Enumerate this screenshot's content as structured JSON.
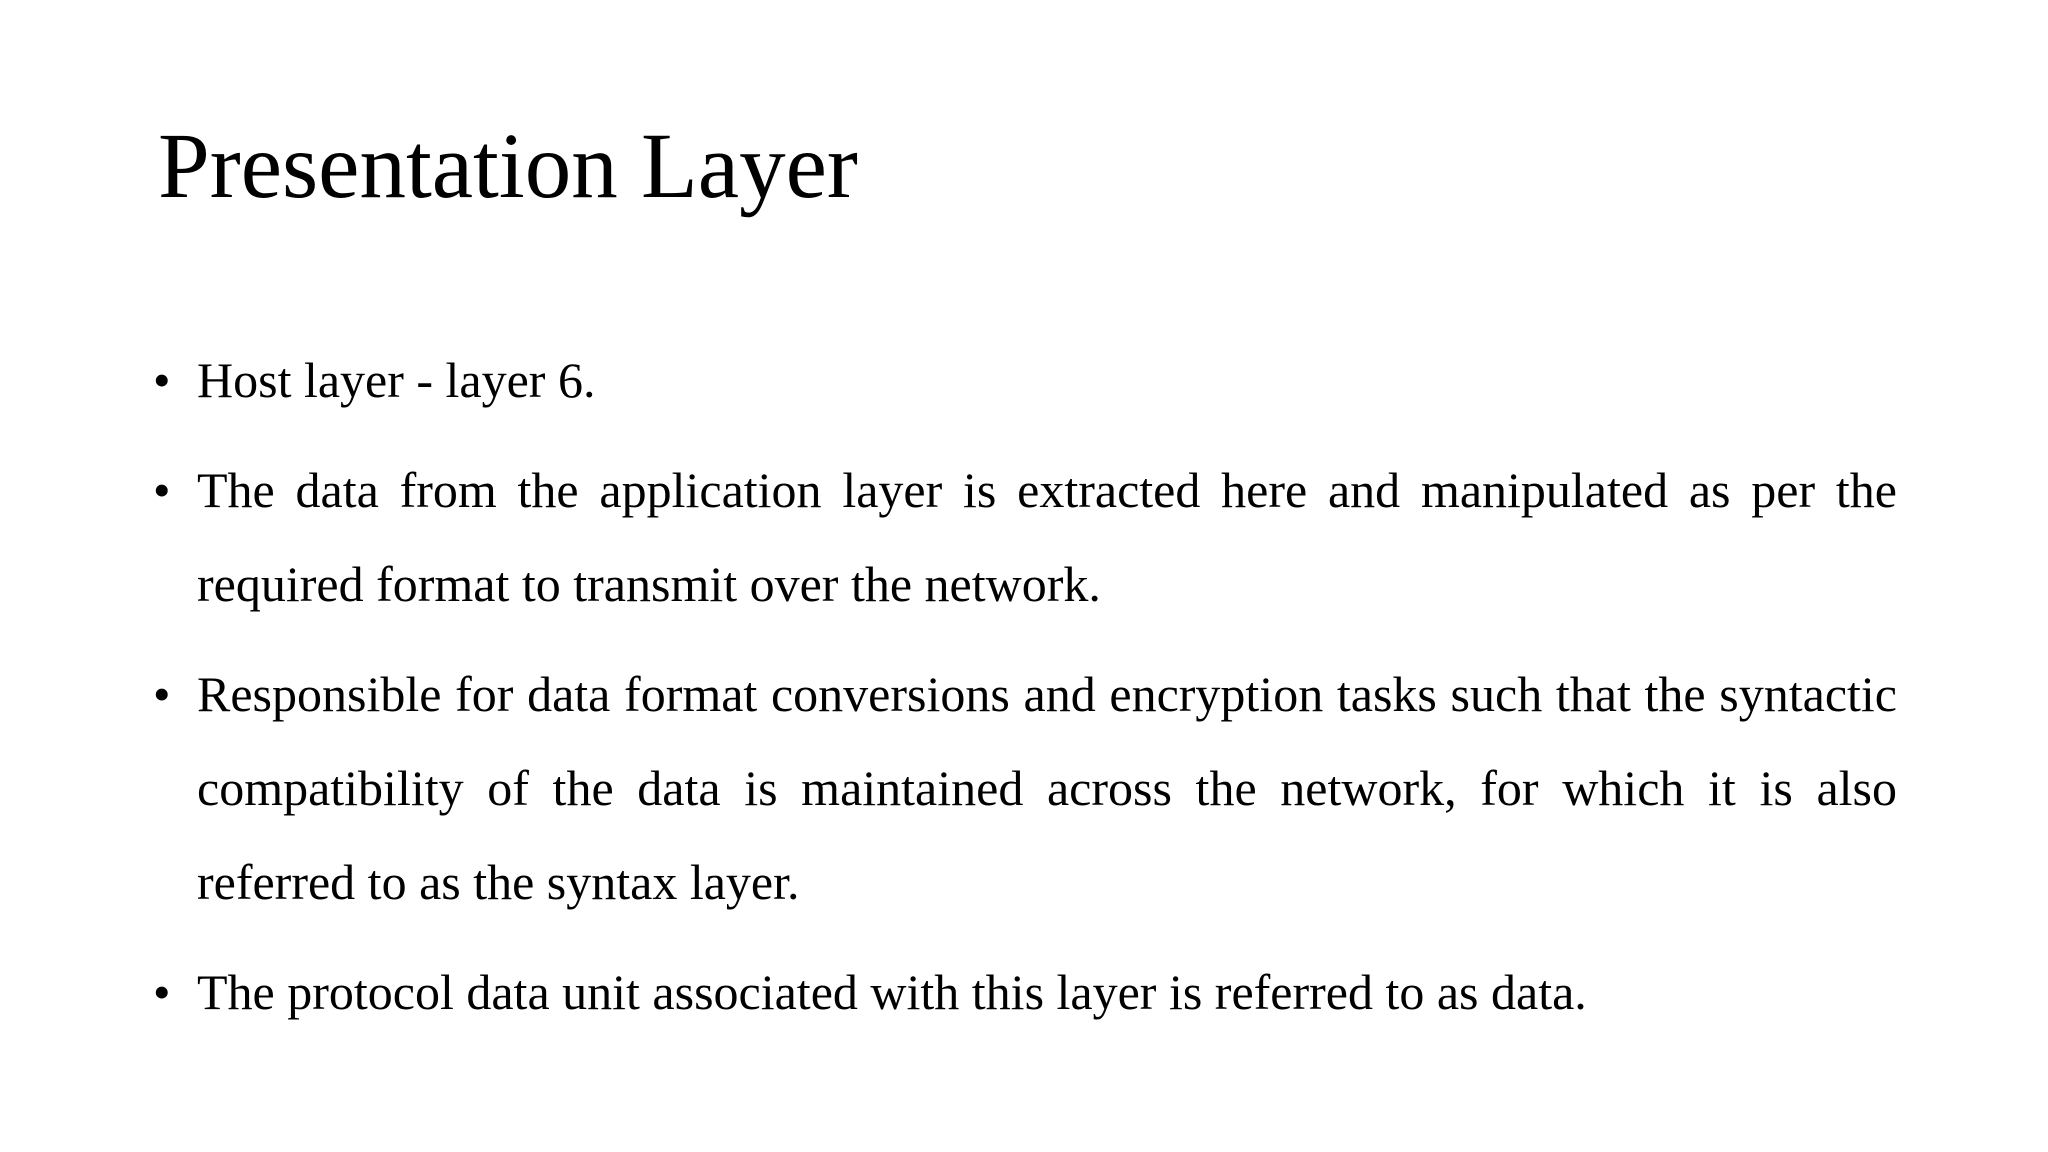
{
  "slide": {
    "title": "Presentation Layer",
    "bullet_glyph": "•",
    "bullets": [
      {
        "text": "Host layer - layer 6."
      },
      {
        "text": "The data from the application layer is extracted here and manipulated as per the required format to transmit over the network."
      },
      {
        "text": "Responsible for data format conversions and encryption tasks such that the syntactic compatibility of the data is maintained across the network, for which it is also referred to as the syntax layer."
      },
      {
        "text": "The protocol data unit associated with this layer is referred to as data."
      }
    ],
    "colors": {
      "background": "#ffffff",
      "text": "#000000"
    }
  }
}
